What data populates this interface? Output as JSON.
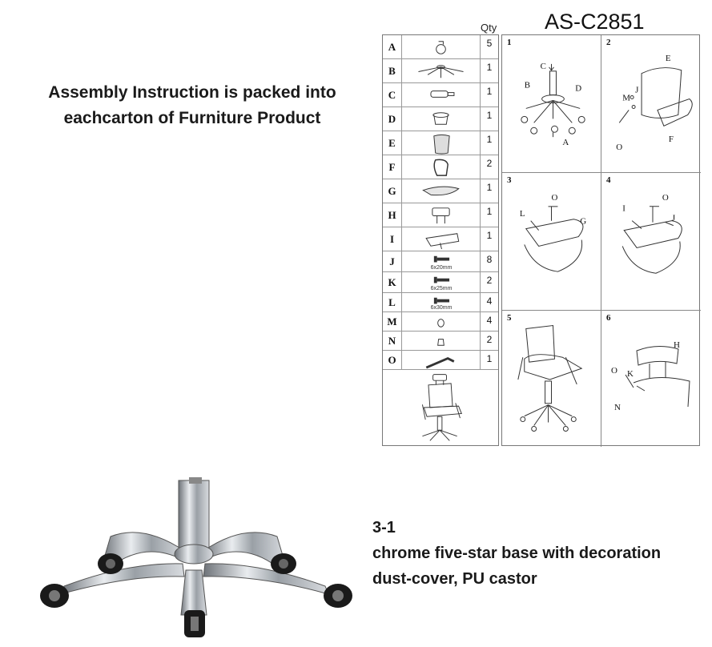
{
  "intro": {
    "line1": "Assembly Instruction is packed into",
    "line2": "eachcarton of Furniture Product"
  },
  "model": "AS-C2851",
  "qty_header": "Qty",
  "parts": [
    {
      "letter": "A",
      "qty": "5",
      "icon": "castor-wheel-icon"
    },
    {
      "letter": "B",
      "qty": "1",
      "icon": "star-base-icon"
    },
    {
      "letter": "C",
      "qty": "1",
      "icon": "gas-lift-icon"
    },
    {
      "letter": "D",
      "qty": "1",
      "icon": "dust-cover-icon"
    },
    {
      "letter": "E",
      "qty": "1",
      "icon": "backrest-icon"
    },
    {
      "letter": "F",
      "qty": "2",
      "icon": "armrest-icon"
    },
    {
      "letter": "G",
      "qty": "1",
      "icon": "seat-cushion-icon"
    },
    {
      "letter": "H",
      "qty": "1",
      "icon": "headrest-icon"
    },
    {
      "letter": "I",
      "qty": "1",
      "icon": "mechanism-icon"
    },
    {
      "letter": "J",
      "qty": "8",
      "icon": "bolt-icon",
      "size": "6x20mm"
    },
    {
      "letter": "K",
      "qty": "2",
      "icon": "bolt-icon",
      "size": "6x25mm"
    },
    {
      "letter": "L",
      "qty": "4",
      "icon": "bolt-icon",
      "size": "6x30mm"
    },
    {
      "letter": "M",
      "qty": "4",
      "icon": "washer-icon"
    },
    {
      "letter": "N",
      "qty": "2",
      "icon": "nut-icon"
    },
    {
      "letter": "O",
      "qty": "1",
      "icon": "allen-key-icon"
    }
  ],
  "steps": [
    {
      "num": "1",
      "labels": [
        "C",
        "B",
        "D",
        "A"
      ]
    },
    {
      "num": "2",
      "labels": [
        "E",
        "J",
        "M",
        "F",
        "O"
      ]
    },
    {
      "num": "3",
      "labels": [
        "O",
        "L",
        "G"
      ]
    },
    {
      "num": "4",
      "labels": [
        "O",
        "I",
        "J"
      ]
    },
    {
      "num": "5",
      "labels": []
    },
    {
      "num": "6",
      "labels": [
        "H",
        "O",
        "K",
        "N"
      ]
    }
  ],
  "caption": {
    "line1": "3-1",
    "line2": "chrome five-star base with decoration",
    "line3": "dust-cover, PU castor"
  },
  "colors": {
    "line": "#333333",
    "chrome": "#b8bcc2",
    "wheel": "#1a1a1a"
  }
}
